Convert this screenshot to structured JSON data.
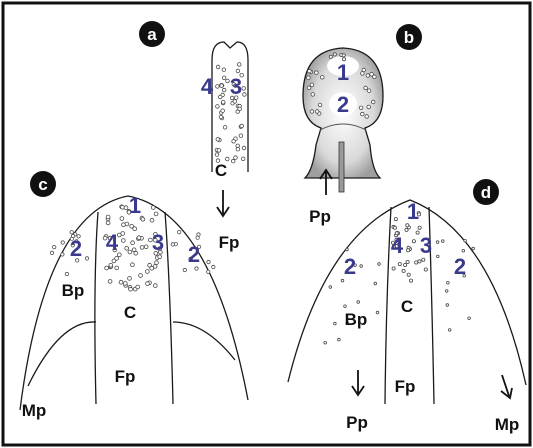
{
  "figure": {
    "panels": {
      "a": {
        "badge": "a",
        "regions": [
          "4",
          "3"
        ],
        "labels": {
          "c": "C",
          "fp": "Fp"
        }
      },
      "b": {
        "badge": "b",
        "regions": [
          "1",
          "2"
        ],
        "labels": {
          "pp": "Pp"
        }
      },
      "c": {
        "badge": "c",
        "regions": [
          "1",
          "2",
          "4",
          "3",
          "2"
        ],
        "labels": {
          "bp": "Bp",
          "c": "C",
          "fp": "Fp",
          "mp": "Mp"
        }
      },
      "d": {
        "badge": "d",
        "regions": [
          "1",
          "2",
          "4",
          "3",
          "2"
        ],
        "labels": {
          "bp": "Bp",
          "c": "C",
          "fp": "Fp",
          "pp": "Pp",
          "mp": "Mp"
        }
      }
    },
    "colors": {
      "region_numbers": "#3a3a8c",
      "badge": "#111111",
      "shading": "#b5b5b5"
    }
  }
}
